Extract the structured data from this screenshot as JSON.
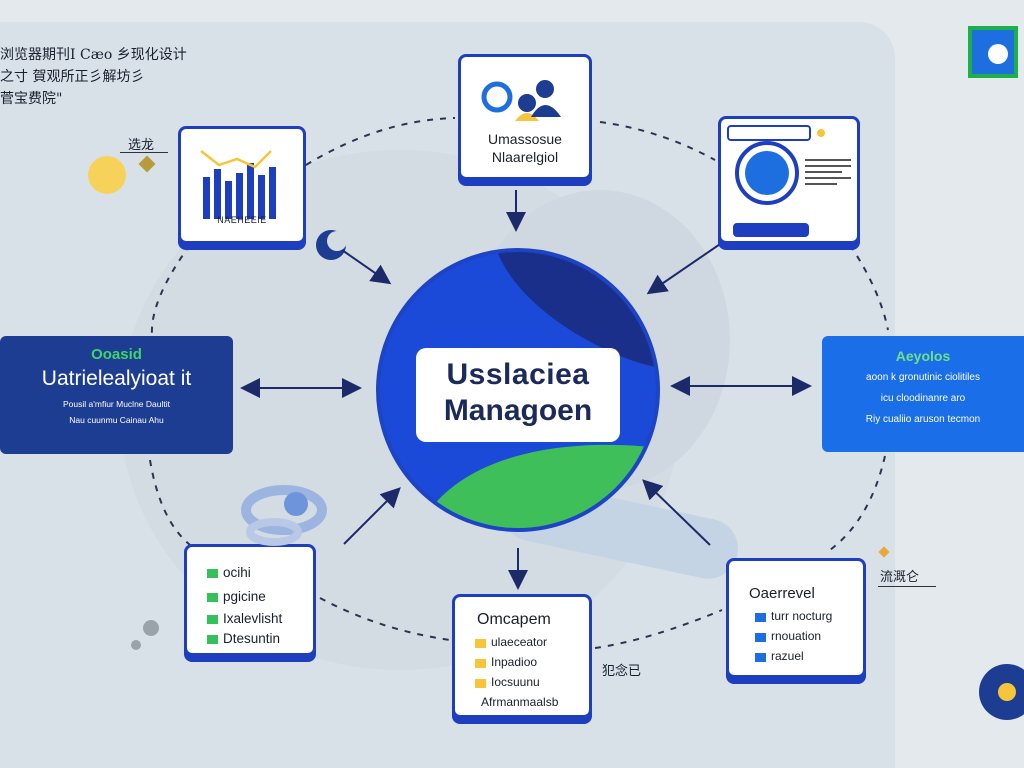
{
  "header_text": {
    "line1": "浏览器期刊I Cæo 乡现化设计",
    "line2": "之寸 賀观所正彡解坊彡",
    "line3": "菅宝费院\""
  },
  "small_labels": {
    "top_left": "选龙",
    "right": "流溉仑",
    "bottom": "犯念已"
  },
  "center": {
    "line1": "Usslaciea",
    "line2": "Managoen"
  },
  "top_card": {
    "line1": "Umassosue",
    "line2": "Nlaarelgiol"
  },
  "chart_card": {
    "caption": "NAEHEEIE"
  },
  "left_panel": {
    "title": "Ooasid",
    "subtitle": "Uatrielealyioat it",
    "line1": "Pousil a'mfiur  Muclne Daultit",
    "line2": "Nau cuunmu  Cainau Ahu"
  },
  "right_panel": {
    "title": "Aeyolos",
    "line1": "aoon k gronutinic ciolitiles",
    "line2": "icu  cloodinanre aro",
    "line3": "Riy cualiio  aruson  tecmon"
  },
  "list_card_left": {
    "items": [
      "ocihi",
      "pgicine",
      "Ixalevlisht",
      "Dtesuntin"
    ]
  },
  "list_card_bottom": {
    "title": "Omcapem",
    "items": [
      "ulaeceator",
      "Inpadioo",
      "Iocsuunu",
      "Afrmanmaalsb"
    ]
  },
  "list_card_right": {
    "title": "Oaerrevel",
    "items": [
      "turr nocturg",
      "rnouation",
      "razuel"
    ]
  },
  "colors": {
    "navy": "#1d3d92",
    "blue": "#1a6ee8",
    "green": "#34c05a",
    "yellow": "#f6c53a",
    "card_border": "#1d3fbf"
  }
}
